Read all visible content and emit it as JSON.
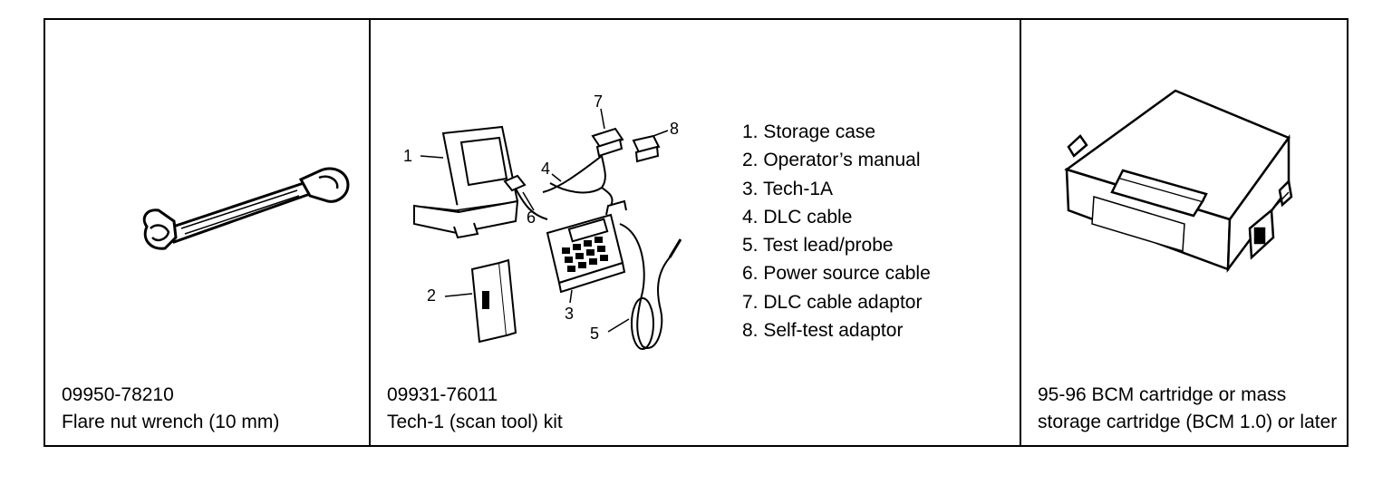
{
  "cells": [
    {
      "part_number": "09950-78210",
      "description": "Flare nut wrench (10 mm)",
      "icon": "wrench-icon"
    },
    {
      "part_number": "09931-76011",
      "description": "Tech-1 (scan tool) kit",
      "icon": "scan-tool-kit-icon",
      "callouts": [
        "1",
        "2",
        "3",
        "4",
        "5",
        "6",
        "7",
        "8"
      ],
      "legend": [
        "1. Storage case",
        "2. Operator’s manual",
        "3. Tech-1A",
        "4. DLC cable",
        "5. Test lead/probe",
        "6. Power source cable",
        "7. DLC cable adaptor",
        "8. Self-test adaptor"
      ]
    },
    {
      "description_lines": [
        "95-96 BCM cartridge or mass storage cartridge (BCM 1.0) or later"
      ],
      "icon": "bcm-cartridge-icon"
    }
  ]
}
